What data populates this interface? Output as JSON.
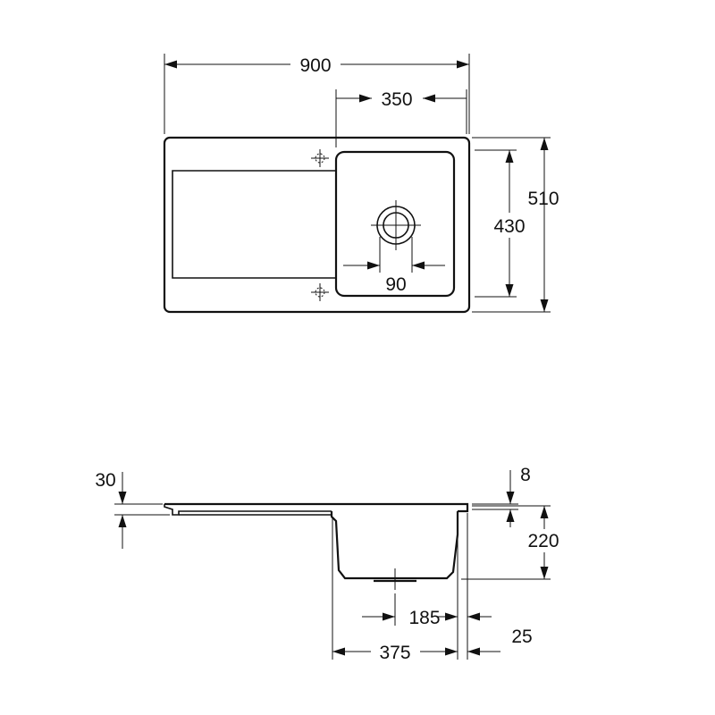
{
  "dimensions": {
    "width_total": "900",
    "bowl_width": "350",
    "depth_total": "510",
    "bowl_depth": "430",
    "waste_diameter": "90",
    "rim_thickness": "30",
    "edge_height": "8",
    "bowl_height": "220",
    "waste_offset": "185",
    "bowl_length_side": "375",
    "side_offset": "25"
  },
  "colors": {
    "line": "#111111",
    "background": "#ffffff"
  }
}
